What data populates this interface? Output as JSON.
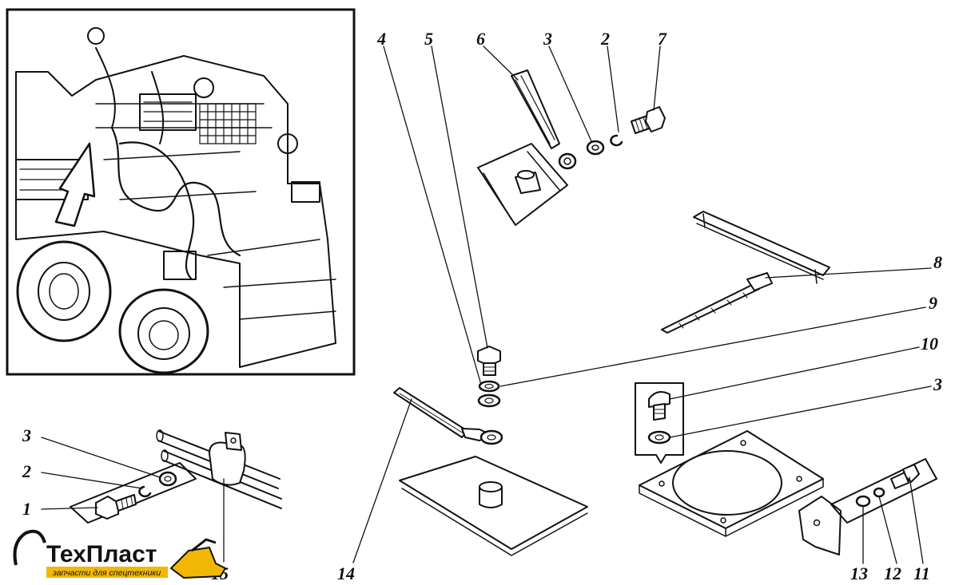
{
  "diagram": {
    "callouts": {
      "c1": "1",
      "c2_left": "2",
      "c3_left": "3",
      "c15": "15",
      "c4": "4",
      "c5": "5",
      "c6": "6",
      "c3_top": "3",
      "c2_top": "2",
      "c7": "7",
      "c8": "8",
      "c9": "9",
      "c10": "10",
      "c3_right": "3",
      "c14": "14",
      "c13": "13",
      "c12": "12",
      "c11": "11"
    }
  },
  "logo": {
    "name": "ТехПласт",
    "tagline": "запчасти для спецтехники",
    "accent_color": "#f2b705"
  }
}
